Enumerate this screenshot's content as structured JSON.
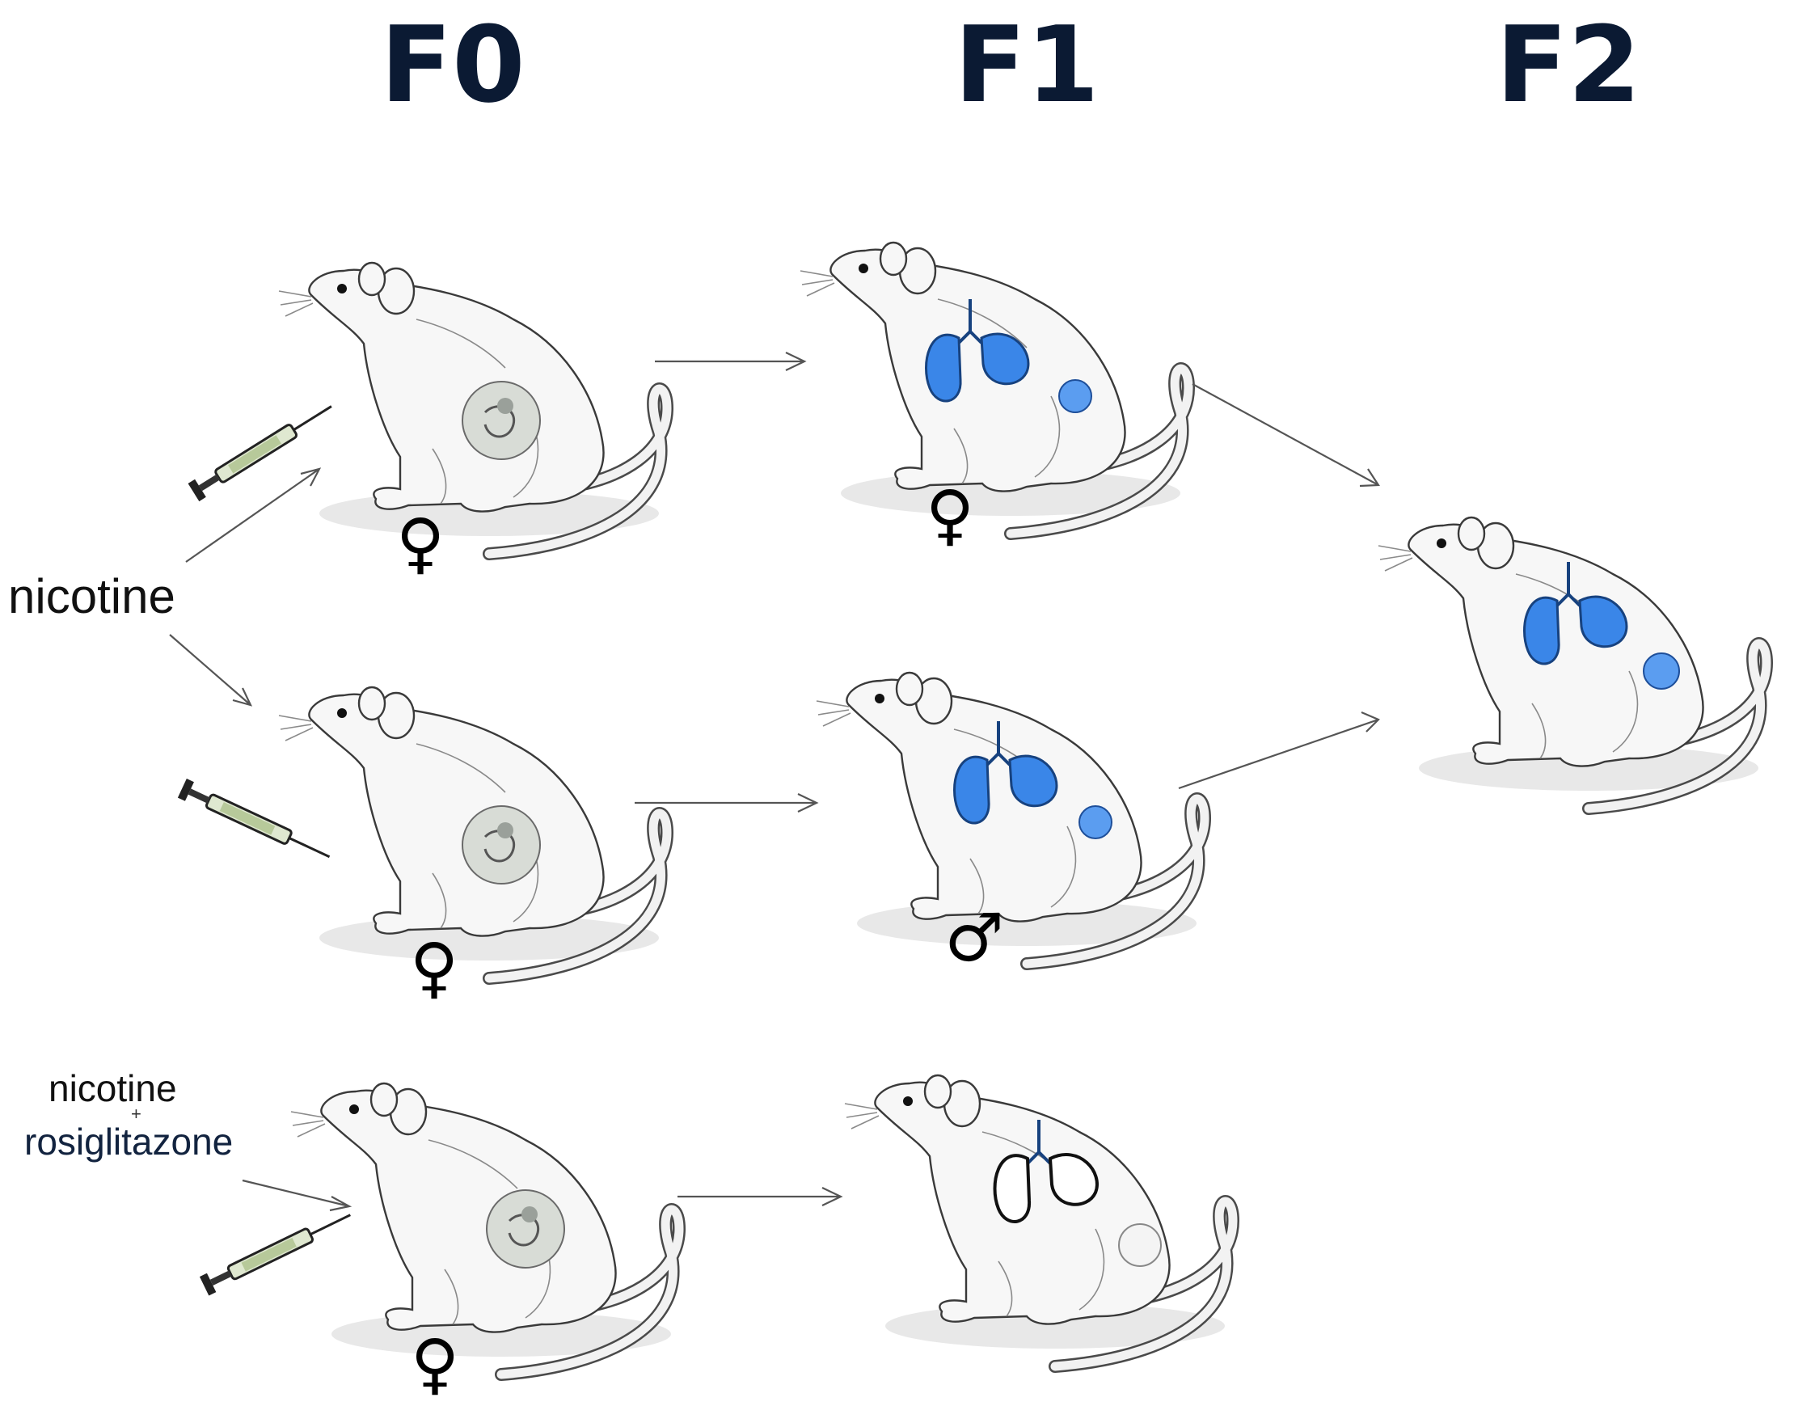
{
  "generations": [
    "F0",
    "F1",
    "F2"
  ],
  "labels": {
    "nicotine": "nicotine",
    "combo_line1": "nicotine",
    "combo_plus": "+",
    "combo_line2": "rosiglitazone"
  },
  "sex_symbols": {
    "f0_row1": "♀",
    "f0_row2": "♀",
    "f0_row3": "♀",
    "f1_row1": "♀",
    "f1_row2": "♂"
  },
  "colors": {
    "affected_organ": "#3a86e8",
    "title": "#0b1a33"
  }
}
